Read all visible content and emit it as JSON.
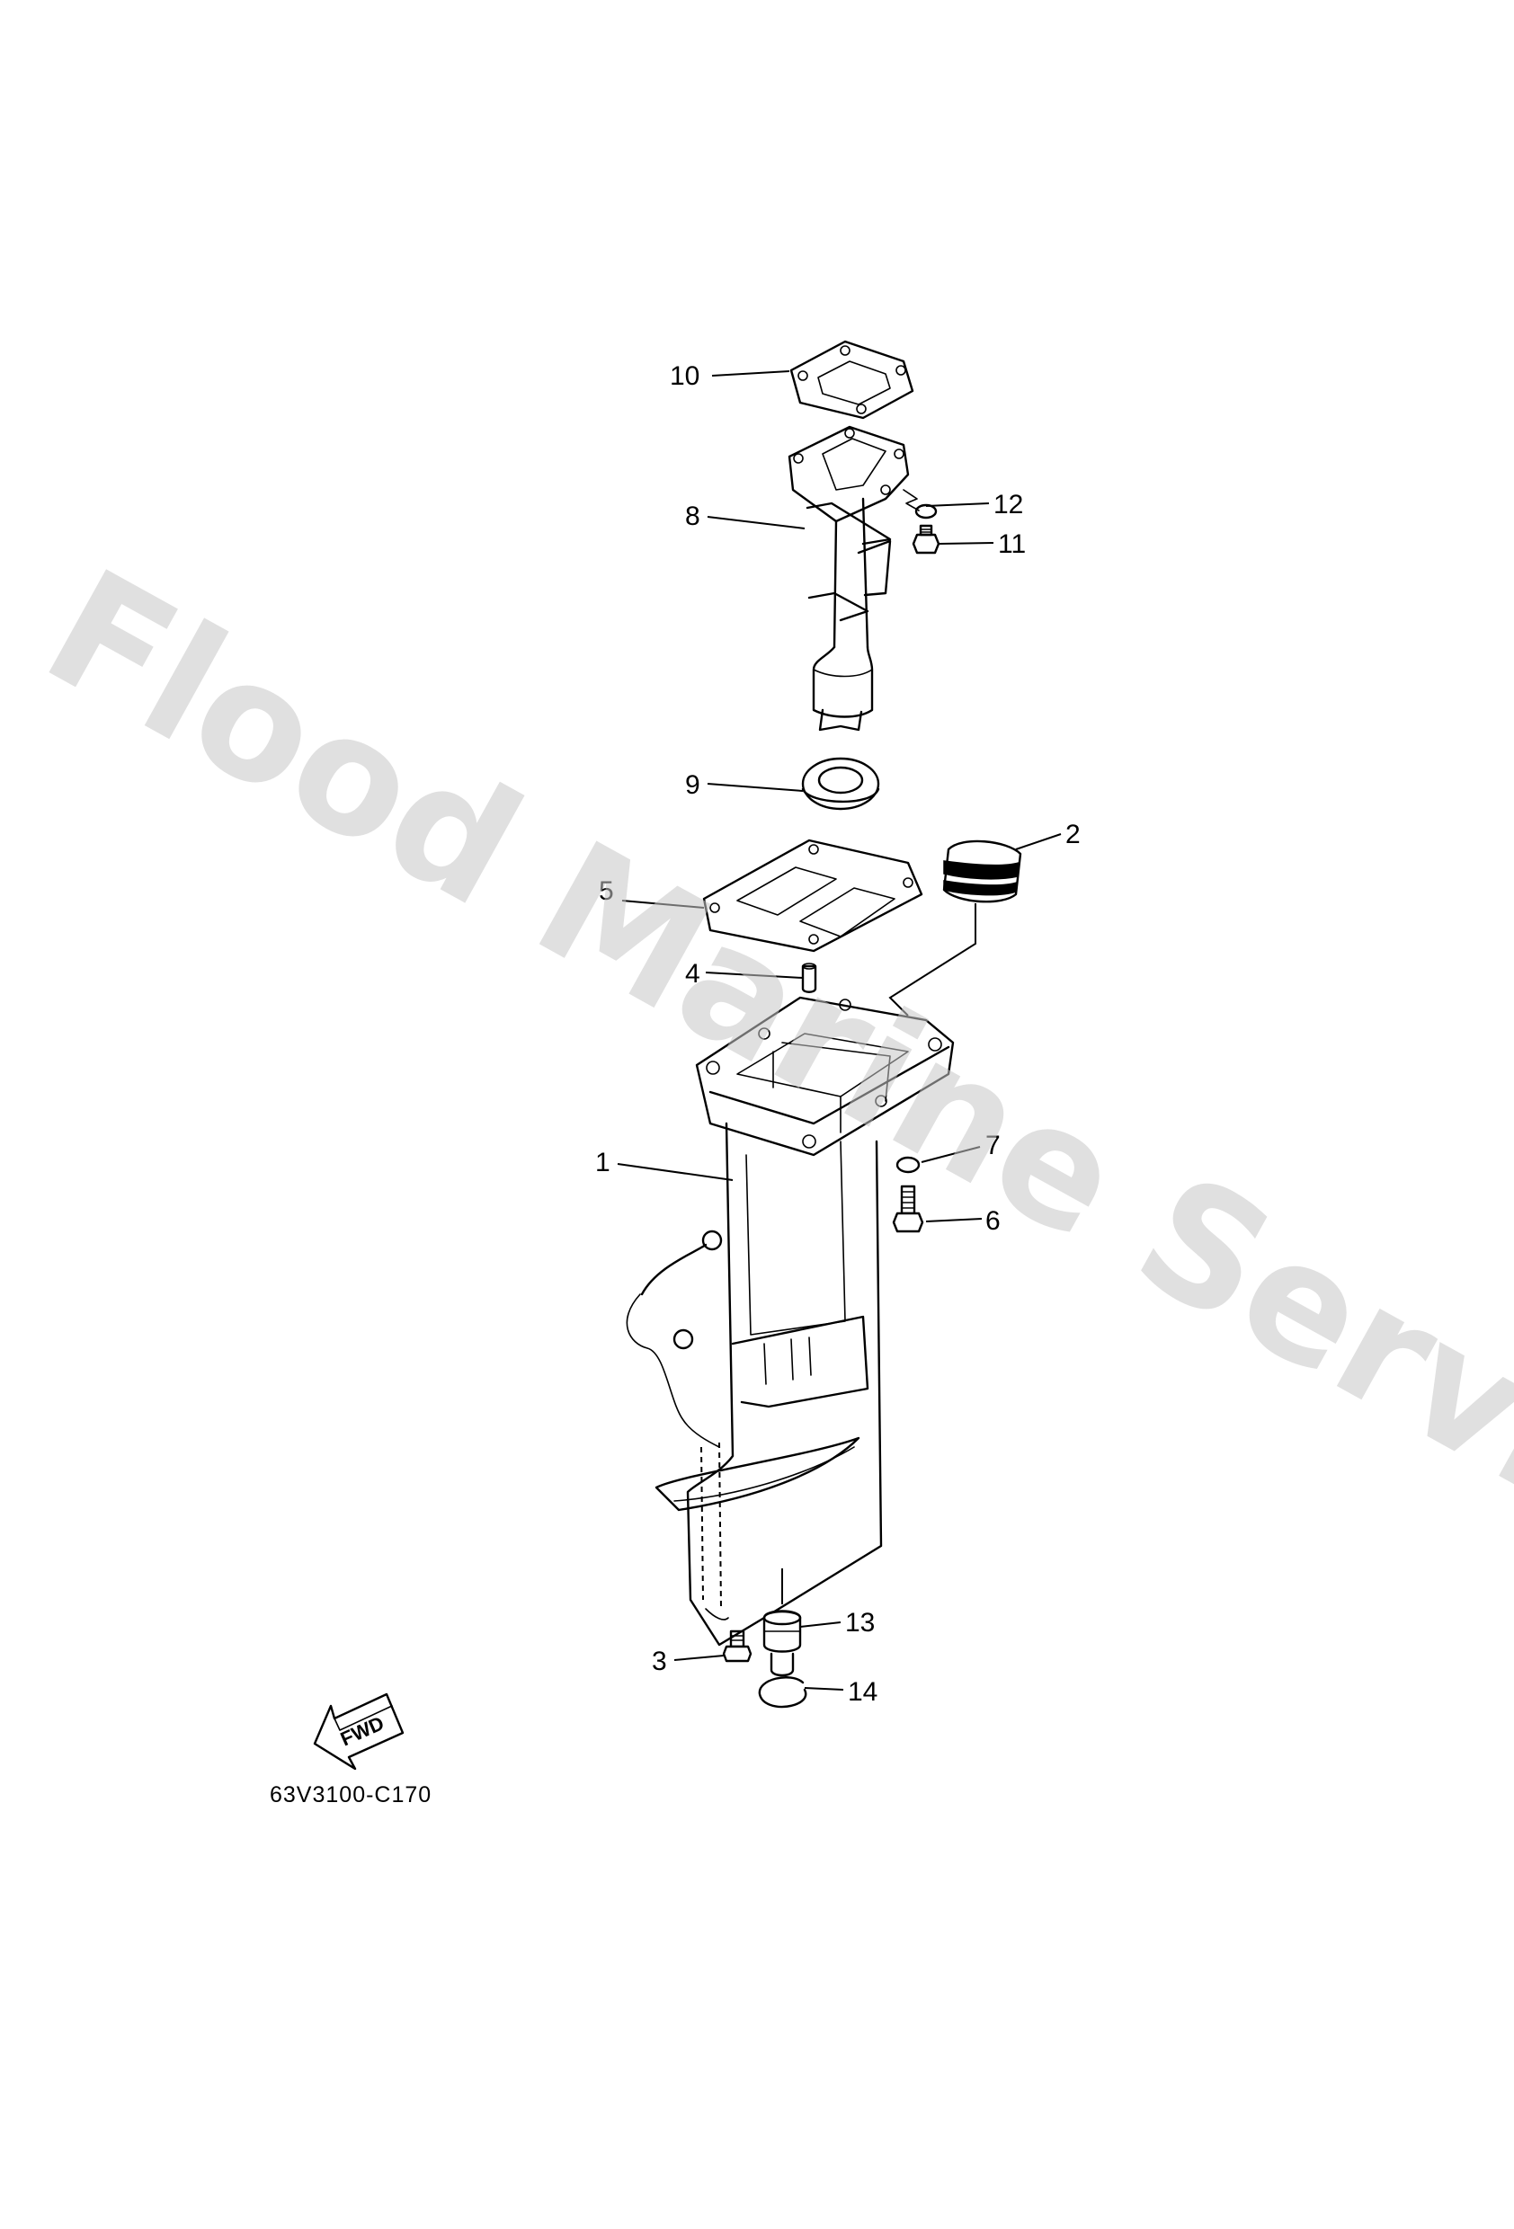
{
  "watermark": "Flood Marine Services",
  "figure_code": "63V3100-C170",
  "fwd_label": "FWD",
  "callouts": {
    "c1": "1",
    "c2": "2",
    "c3": "3",
    "c4": "4",
    "c5": "5",
    "c6": "6",
    "c7": "7",
    "c8": "8",
    "c9": "9",
    "c10": "10",
    "c11": "11",
    "c12": "12",
    "c13": "13",
    "c14": "14"
  }
}
